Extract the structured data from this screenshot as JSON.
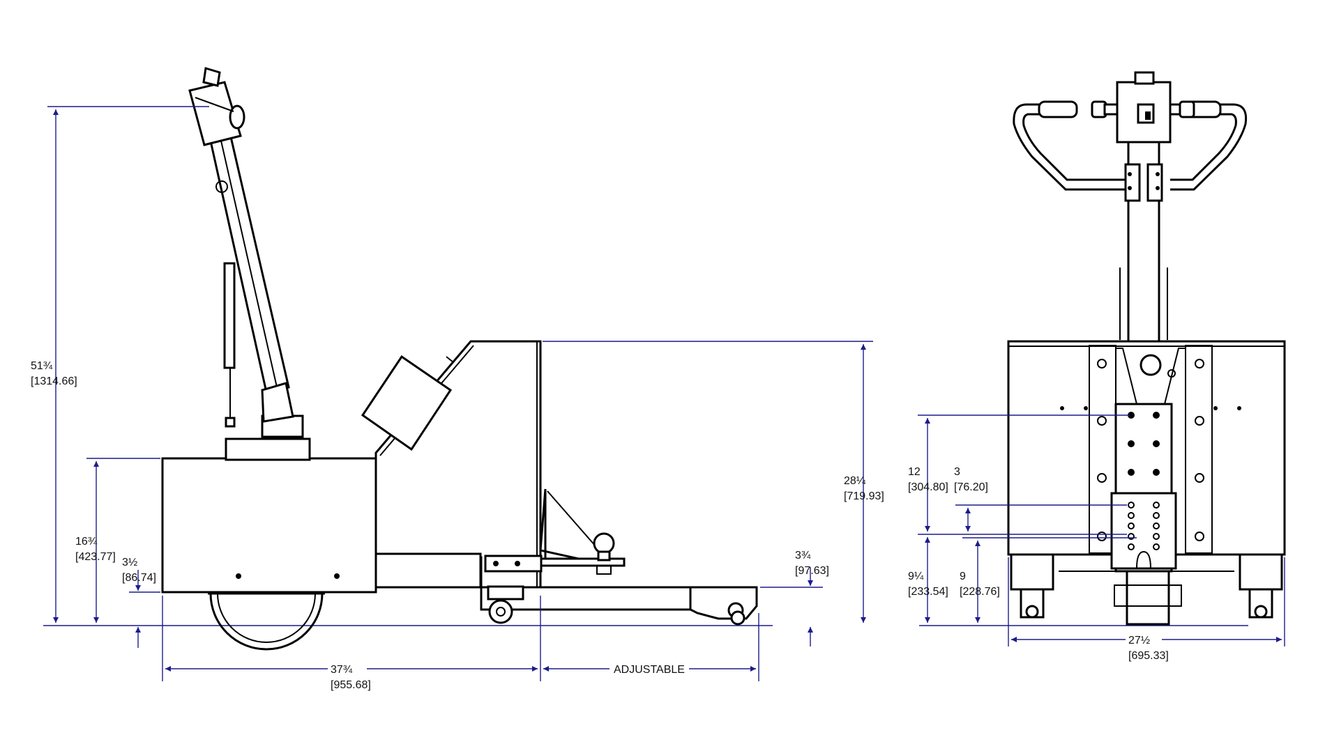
{
  "colors": {
    "line": "#000000",
    "dimension": "#1c1c8c",
    "background": "#ffffff"
  },
  "side_view": {
    "overall_height": {
      "frac": "51¾",
      "metric": "[1314.66]"
    },
    "box_height": {
      "frac": "16¾",
      "metric": "[423.77]"
    },
    "ground_clearance": {
      "frac": "3½",
      "metric": "[86.74]"
    },
    "deck_height": {
      "frac": "28¼",
      "metric": "[719.93]"
    },
    "hitch_beam_height": {
      "frac": "3¾",
      "metric": "[97.63]"
    },
    "body_length": {
      "frac": "37¾",
      "metric": "[955.68]"
    },
    "hitch_length": {
      "label": "ADJUSTABLE"
    }
  },
  "front_view": {
    "hitch_top": {
      "frac": "12",
      "metric": "[304.80]"
    },
    "hitch_step": {
      "frac": "3",
      "metric": "[76.20]"
    },
    "hitch_low": {
      "frac": "9¼",
      "metric": "[233.54]"
    },
    "hitch_min": {
      "frac": "9",
      "metric": "[228.76]"
    },
    "overall_width": {
      "frac": "27½",
      "metric": "[695.33]"
    }
  }
}
